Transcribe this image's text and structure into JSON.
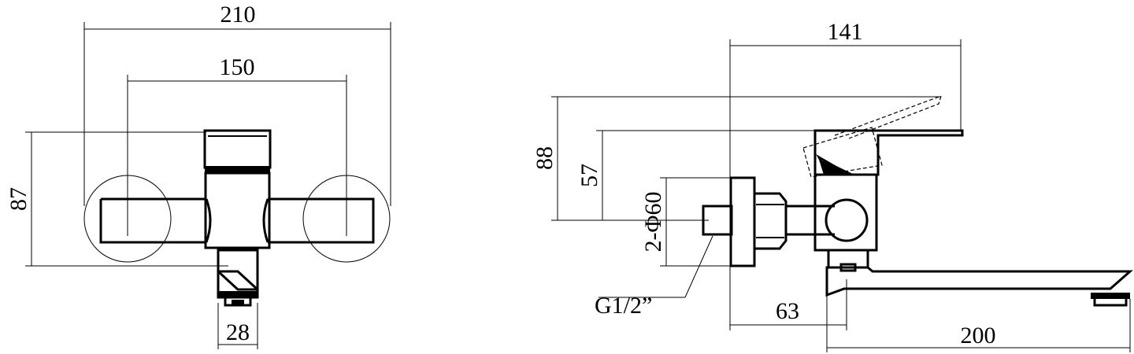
{
  "front_view": {
    "dim_overall_width": "210",
    "dim_center_distance": "150",
    "dim_height": "87",
    "dim_outlet_width": "28"
  },
  "side_view": {
    "dim_total_depth": "141",
    "dim_handle_height": "88",
    "dim_body_height": "57",
    "dim_flange": "2-Φ60",
    "dim_thread": "G1/2”",
    "dim_spout_offset": "63",
    "dim_spout_length": "200"
  },
  "colors": {
    "line": "#000000",
    "background": "#ffffff"
  }
}
